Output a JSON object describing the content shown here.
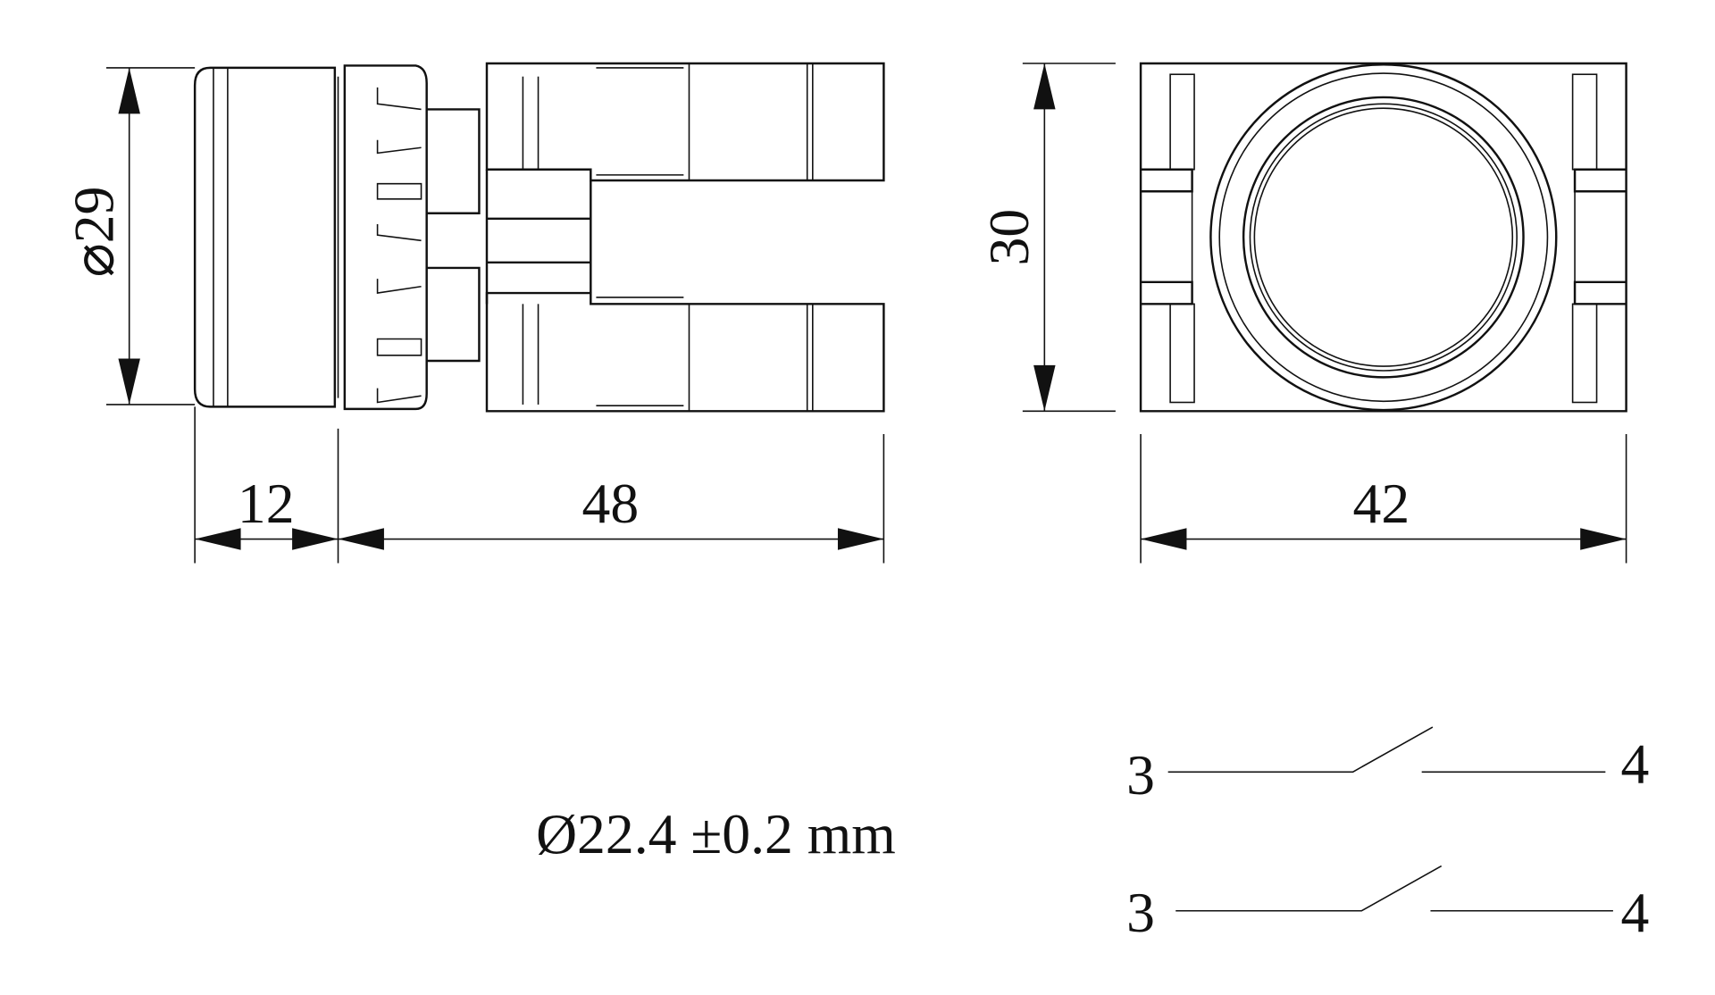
{
  "dimensions": {
    "diameter": "⌀29",
    "height": "30",
    "cap_depth": "12",
    "body_length": "48",
    "width": "42"
  },
  "mounting_hole": "Ø22.4 ±0.2 mm",
  "contacts": [
    {
      "terminal_in": "3",
      "terminal_out": "4"
    },
    {
      "terminal_in": "3",
      "terminal_out": "4"
    }
  ],
  "colors": {
    "line": "#111111",
    "background": "#ffffff"
  }
}
